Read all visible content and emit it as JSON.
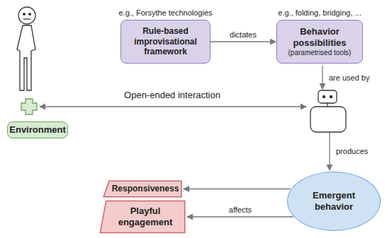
{
  "diagram": {
    "nodes": [
      {
        "text": [
          "e.g., Forsythe technologies",
          "Rule-based improvisational framework"
        ]
      },
      {
        "text": [
          "e.g., folding, bridging, ...",
          "Behavior possibilities",
          "(parametrised tools)"
        ]
      },
      {
        "text": [
          "Environment"
        ]
      },
      {
        "text": [
          "Responsiveness"
        ]
      },
      {
        "text": [
          "Playful engagement"
        ]
      },
      {
        "text": [
          "Emergent behavior"
        ]
      }
    ],
    "edges": [
      {
        "from": 0,
        "to": 1,
        "label": "dictates",
        "arrow": "to"
      },
      {
        "from": 5,
        "to": 3,
        "arrow": "to"
      },
      {
        "from": 5,
        "to": 4,
        "label": "affects",
        "arrow": "to"
      }
    ],
    "labels": [
      "Open-ended interaction",
      "are used by",
      "produces"
    ]
  }
}
